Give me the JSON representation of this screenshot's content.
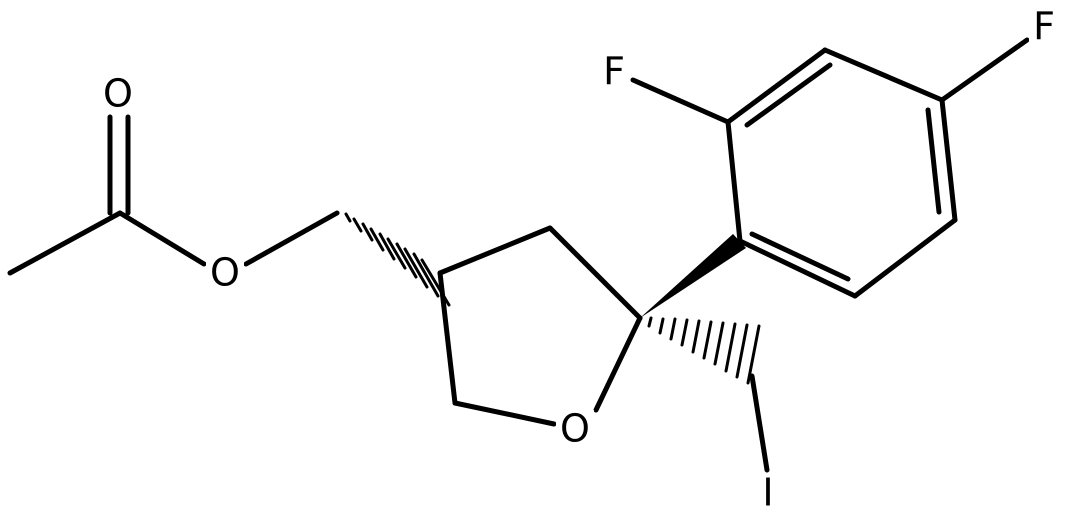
{
  "molecule": {
    "atoms": {
      "carbonyl_o": "O",
      "ester_o": "O",
      "ring_o": "O",
      "f_ortho": "F",
      "f_para": "F",
      "iodine": "I"
    }
  },
  "colors": {
    "bond": "#000000",
    "background": "#ffffff"
  }
}
